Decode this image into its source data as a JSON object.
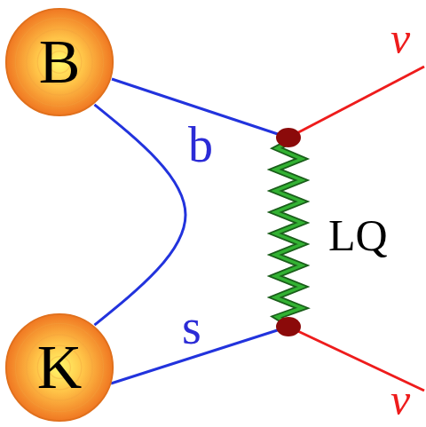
{
  "diagram": {
    "nodes": [
      {
        "text": [
          "B"
        ]
      },
      {
        "text": [
          "K"
        ]
      }
    ],
    "edges": [
      {
        "from": 0,
        "to": 1,
        "arrow": "none"
      }
    ],
    "labels": [
      "b",
      "s",
      "LQ",
      "ν",
      "ν"
    ]
  }
}
